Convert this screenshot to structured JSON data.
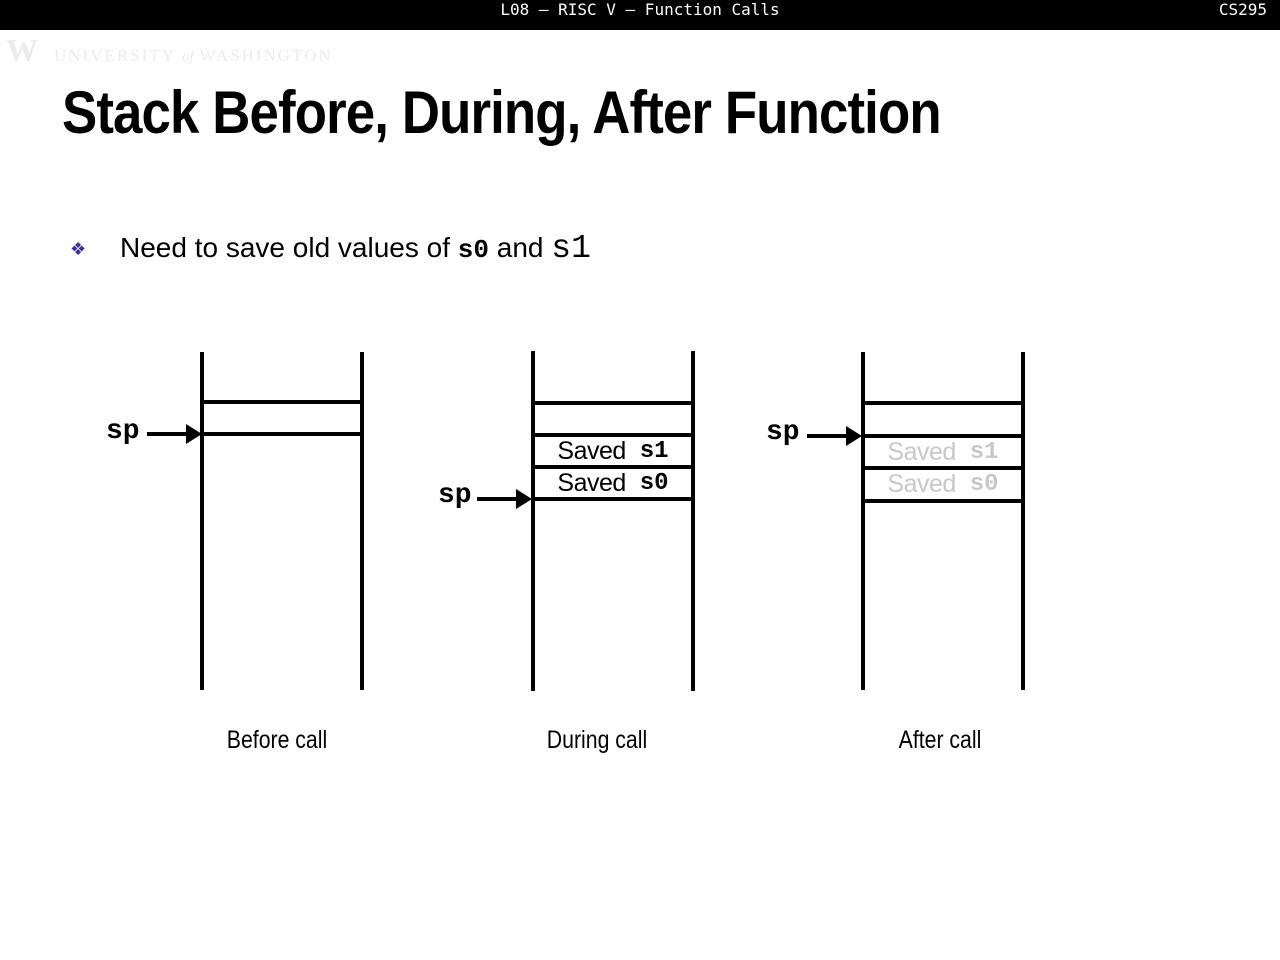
{
  "slide": {
    "header": {
      "lecture_title": "L08 – RISC V – Function Calls",
      "course_code": "CS295"
    },
    "watermark": {
      "logo": "W",
      "university": "UNIVERSITY",
      "of": "of",
      "washington": "WASHINGTON"
    },
    "title": "Stack Before, During, After Function",
    "bullet": {
      "marker": "❖",
      "text_before": "Need to save old values of ",
      "register_0": "s0",
      "conjunction": " and ",
      "register_1": "s1"
    }
  },
  "diagram": {
    "pointer_label": "sp",
    "stacks": [
      {
        "id": "before",
        "caption": "Before call",
        "cells": []
      },
      {
        "id": "during",
        "caption": "During call",
        "cells": [
          {
            "label": "Saved",
            "register": "s1",
            "state": "active"
          },
          {
            "label": "Saved",
            "register": "s0",
            "state": "active"
          }
        ]
      },
      {
        "id": "after",
        "caption": "After call",
        "cells": [
          {
            "label": "Saved",
            "register": "s1",
            "state": "stale"
          },
          {
            "label": "Saved",
            "register": "s0",
            "state": "stale"
          }
        ]
      }
    ]
  },
  "colors": {
    "header_bg": "#000000",
    "header_fg": "#ffffff",
    "bullet_marker": "#3F3191",
    "stale_text": "#c8c8c8",
    "line": "#000000"
  }
}
